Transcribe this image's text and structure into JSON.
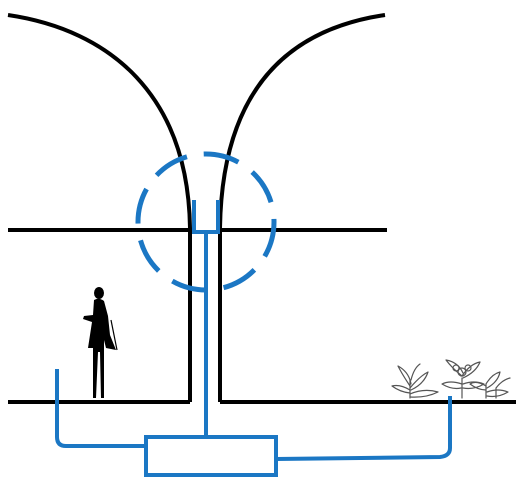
{
  "diagram": {
    "description_free": true,
    "colors": {
      "structure": "#000000",
      "water_system": "#1b77c4",
      "background": "#ffffff",
      "vegetation": "#555555"
    },
    "elements": [
      {
        "id": "left-canopy-arc",
        "icon": "arc"
      },
      {
        "id": "right-canopy-arc",
        "icon": "arc"
      },
      {
        "id": "floor-slab",
        "icon": "line"
      },
      {
        "id": "central-column",
        "icon": "column"
      },
      {
        "id": "ground-line",
        "icon": "line"
      },
      {
        "id": "person",
        "icon": "person-silhouette-icon"
      },
      {
        "id": "storage-tank",
        "icon": "tank"
      },
      {
        "id": "downpipe",
        "icon": "pipe"
      },
      {
        "id": "collection-zone",
        "icon": "dashed-circle"
      },
      {
        "id": "plants",
        "icon": "plant-icon"
      }
    ]
  }
}
